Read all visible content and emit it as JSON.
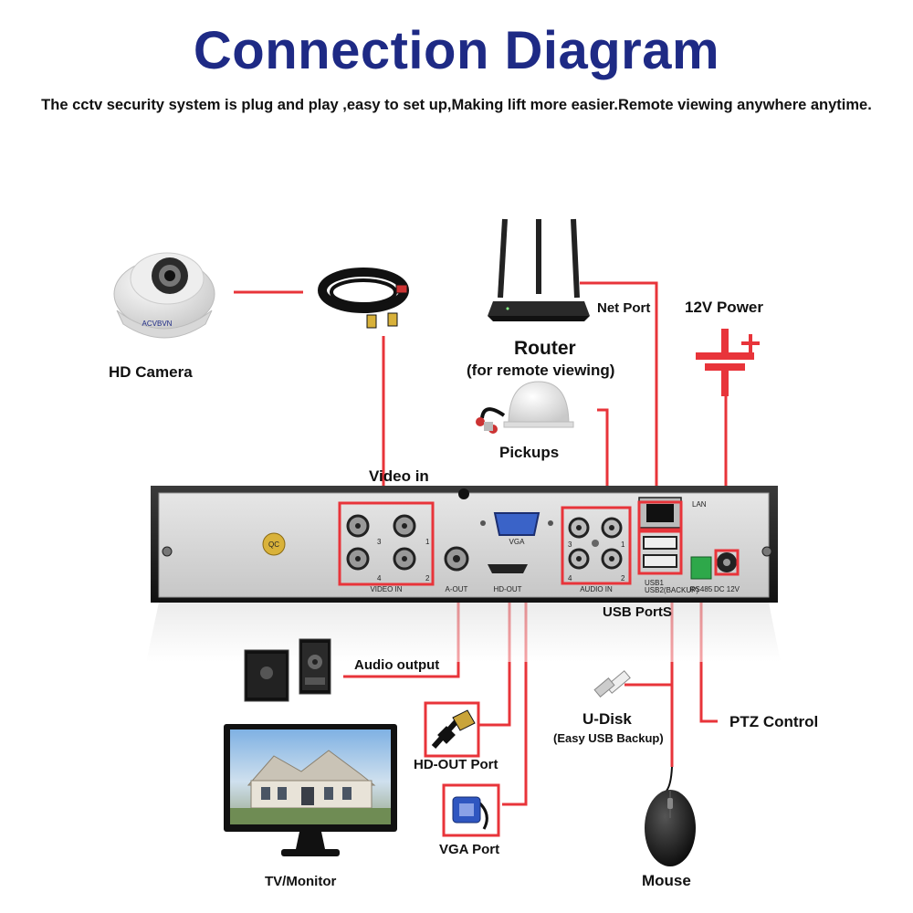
{
  "title": "Connection Diagram",
  "subtitle": "The cctv security system is plug and play ,easy to set up,Making lift more easier.Remote viewing anywhere anytime.",
  "colors": {
    "title": "#1e2a85",
    "line": "#e8343a",
    "panel": "#d5d5d5",
    "dvr_body": "#1a1a1a"
  },
  "labels": {
    "hd_camera": "HD Camera",
    "video_in": "Video in",
    "router": "Router",
    "router_sub": "(for remote viewing)",
    "net_port": "Net Port",
    "power": "12V Power",
    "pickups": "Pickups",
    "usb_ports": "USB PortS",
    "audio_output": "Audio output",
    "hdout_port": "HD-OUT Port",
    "vga_port": "VGA Port",
    "udisk": "U-Disk",
    "udisk_sub": "(Easy USB Backup)",
    "ptz": "PTZ Control",
    "tv": "TV/Monitor",
    "mouse": "Mouse"
  },
  "panel": {
    "video_in": "VIDEO IN",
    "aout": "A-OUT",
    "hdout": "HD-OUT",
    "vga": "VGA",
    "audio_in": "AUDIO IN",
    "lan": "LAN",
    "usb1": "USB1",
    "usb2": "USB2(BACKUP)",
    "rs485": "RS485",
    "dc12v": "DC 12V",
    "camera_brand": "ACVBVN",
    "sticker": "QC",
    "video_ch": [
      "3",
      "1",
      "4",
      "2"
    ],
    "audio_ch": [
      "3",
      "1",
      "4",
      "2"
    ]
  },
  "icons": [
    "dome-camera-icon",
    "cable-coil-icon",
    "router-icon",
    "microphone-icon",
    "speaker-icon",
    "monitor-icon",
    "hdmi-cable-icon",
    "vga-cable-icon",
    "usb-stick-icon",
    "mouse-icon",
    "power-symbol-icon"
  ]
}
